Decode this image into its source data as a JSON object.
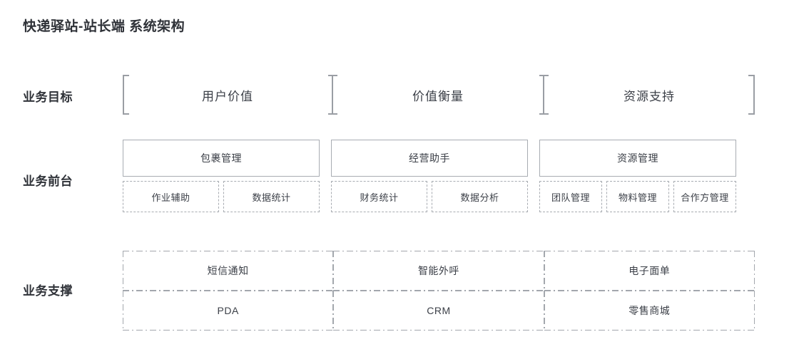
{
  "header": {
    "title": "快递驿站-站长端  系统架构"
  },
  "rows": [
    {
      "key": "goals",
      "label": "业务目标",
      "cells": [
        {
          "label": "用户价值"
        },
        {
          "label": "价值衡量"
        },
        {
          "label": "资源支持"
        }
      ]
    },
    {
      "key": "front_office",
      "label": "业务前台",
      "groups": [
        {
          "head": "包裹管理",
          "subs": [
            "作业辅助",
            "数据统计"
          ]
        },
        {
          "head": "经营助手",
          "subs": [
            "财务统计",
            "数据分析"
          ]
        },
        {
          "head": "资源管理",
          "subs": [
            "团队管理",
            "物料管理",
            "合作方管理"
          ]
        }
      ]
    },
    {
      "key": "support",
      "label": "业务支撑",
      "groups": [
        {
          "cells": [
            "短信通知",
            "PDA"
          ]
        },
        {
          "cells": [
            "智能外呼",
            "CRM"
          ]
        },
        {
          "cells": [
            "电子面单",
            "零售商城"
          ]
        }
      ]
    }
  ],
  "colors": {
    "text": "#3c4048",
    "title": "#2f3238",
    "border_solid": "#a8acb2",
    "border_dashed": "#a8acb2",
    "bracket": "#9a9ea4",
    "background": "#ffffff"
  }
}
